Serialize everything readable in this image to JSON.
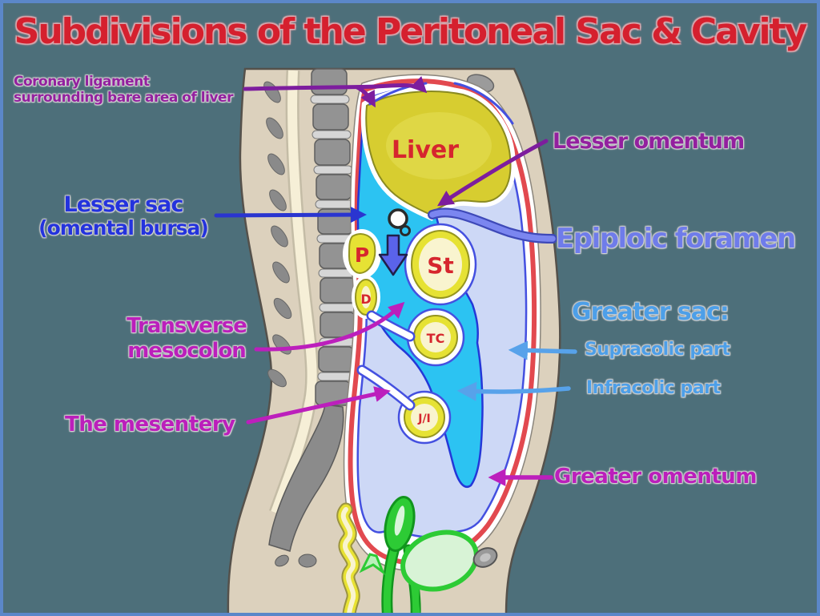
{
  "title": "Subdivisions of the Peritoneal Sac & Cavity",
  "labels": {
    "coronary_ligament": {
      "line1": "Coronary ligament",
      "line2": "surrounding bare area of liver"
    },
    "lesser_sac": {
      "line1": "Lesser sac",
      "line2": "(omental bursa)"
    },
    "lesser_omentum": "Lesser omentum",
    "epiploic_foramen": "Epiploic foramen",
    "greater_sac_heading": "Greater sac:",
    "supracolic_part": "Supracolic part",
    "infracolic_part": "Infracolic part",
    "transverse_mesocolon": {
      "line1": "Transverse",
      "line2": "mesocolon"
    },
    "mesentery": "The mesentery",
    "greater_omentum": "Greater omentum"
  },
  "organs": {
    "liver": "Liver",
    "stomach": "St",
    "pancreas": "P",
    "duodenum": "D",
    "transverse_colon": "TC",
    "jejunum_ileum": "J/I"
  },
  "colors": {
    "background": "#4d6f7a",
    "frame_border": "#5b87c9",
    "title_red": "#d5202e",
    "purple_label": "#93209f",
    "blue_label": "#2433dd",
    "periwinkle_label": "#6f7cea",
    "light_blue_label": "#4d9fe8",
    "magenta_label": "#bb1fbb",
    "lesser_sac_cyan": "#2cc3f2",
    "greater_sac_lavender": "#cdd8f6",
    "peritoneum_red": "#e2494f",
    "organ_yellow": "#e6e234",
    "body_beige": "#dcd1bd"
  }
}
